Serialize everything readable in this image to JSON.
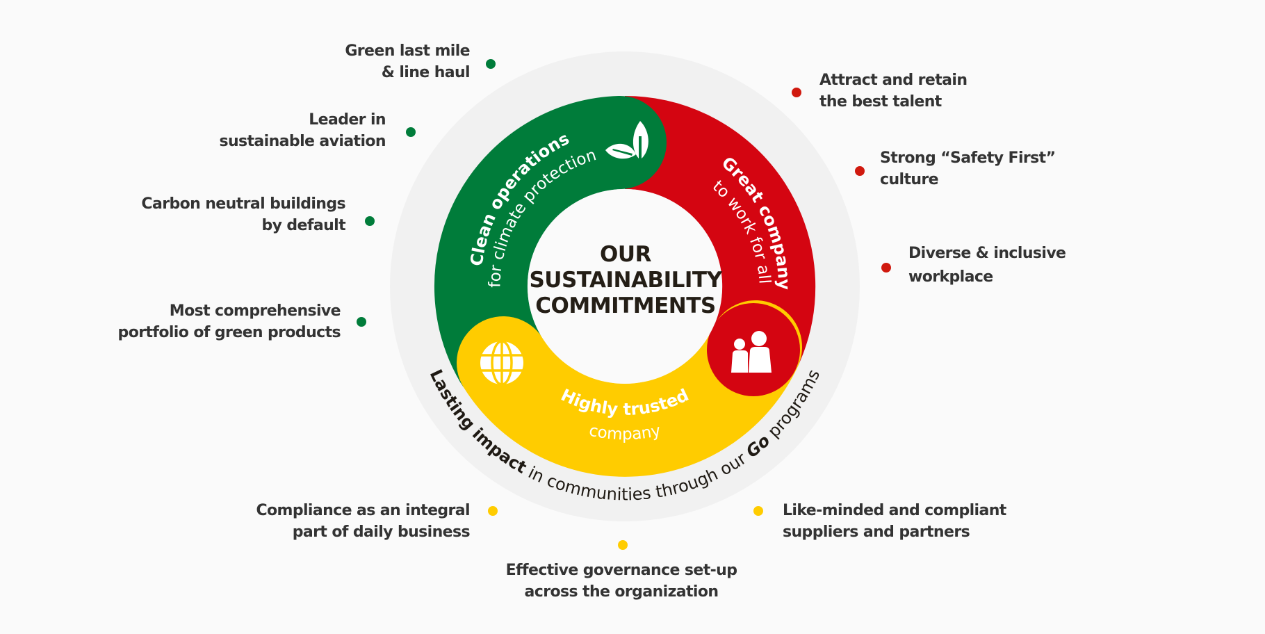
{
  "title": {
    "line1": "OUR",
    "line2": "SUSTAINABILITY",
    "line3": "COMMITMENTS"
  },
  "colors": {
    "green": "#007c3a",
    "red": "#d40511",
    "yellow": "#ffcc00",
    "outer_ring": "#f1f1f1",
    "background": "#fafafa",
    "text": "#333333"
  },
  "segments": {
    "green": {
      "bold": "Clean operations",
      "light": "for climate protection",
      "icon": "leaf-icon"
    },
    "red": {
      "bold": "Great company",
      "light": "to work for all",
      "icon": "people-icon"
    },
    "yellow": {
      "bold": "Highly trusted",
      "light": "company",
      "icon": "globe-icon"
    }
  },
  "outer_arc": {
    "bold1": "Lasting impact",
    "normal1": " in communities through our ",
    "bold2": "Go",
    "normal2": " programs"
  },
  "commitments": {
    "green": [
      {
        "line1": "Green last mile",
        "line2": "& line haul"
      },
      {
        "line1": "Leader in",
        "line2": "sustainable aviation"
      },
      {
        "line1": "Carbon neutral buildings",
        "line2": "by default"
      },
      {
        "line1": "Most comprehensive",
        "line2": "portfolio of green products"
      }
    ],
    "red": [
      {
        "line1": "Attract and retain",
        "line2": "the best talent"
      },
      {
        "line1": "Strong “Safety First”",
        "line2": "culture"
      },
      {
        "line1": "Diverse & inclusive",
        "line2": "workplace"
      }
    ],
    "yellow": [
      {
        "line1": "Compliance as an integral",
        "line2": "part of daily business"
      },
      {
        "line1": "Effective governance set-up",
        "line2": "across the organization"
      },
      {
        "line1": "Like-minded and compliant",
        "line2": "suppliers and partners"
      }
    ]
  }
}
